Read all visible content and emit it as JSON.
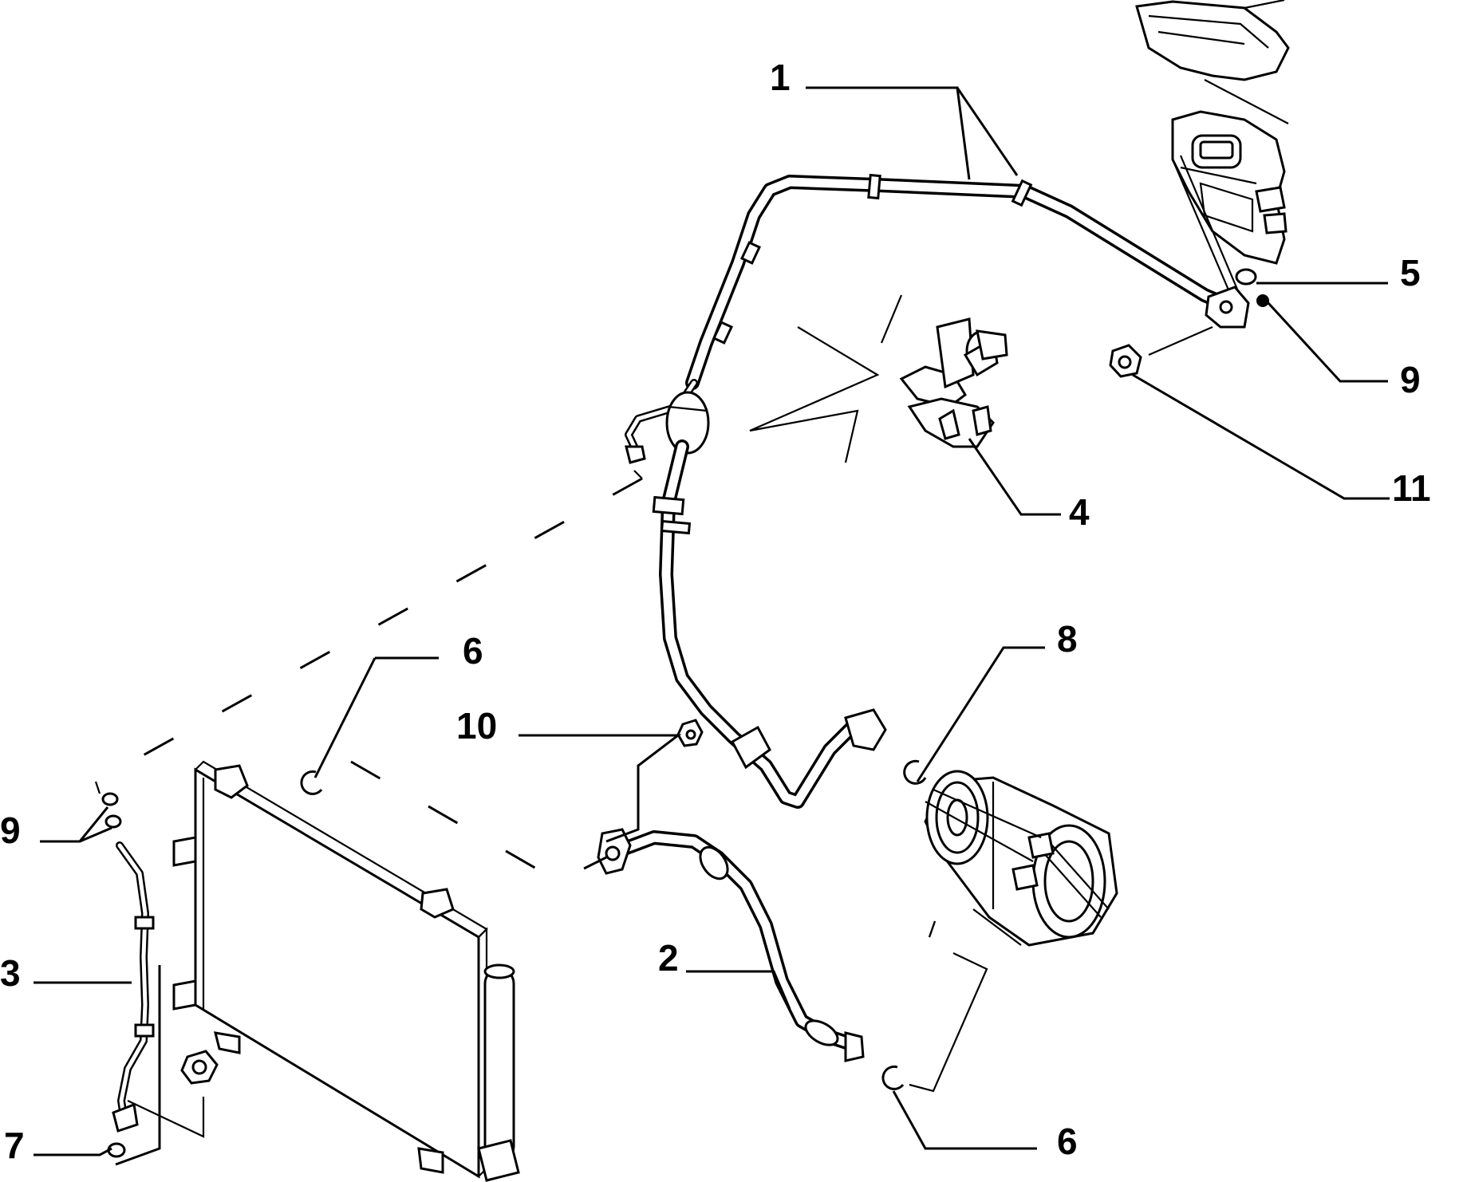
{
  "diagram": {
    "callouts": [
      {
        "id": "c1",
        "label": "1"
      },
      {
        "id": "c5",
        "label": "5"
      },
      {
        "id": "c9a",
        "label": "9"
      },
      {
        "id": "c11",
        "label": "11"
      },
      {
        "id": "c4",
        "label": "4"
      },
      {
        "id": "c8",
        "label": "8"
      },
      {
        "id": "c6a",
        "label": "6"
      },
      {
        "id": "c10",
        "label": "10"
      },
      {
        "id": "c9b",
        "label": "9"
      },
      {
        "id": "c3",
        "label": "3"
      },
      {
        "id": "c2",
        "label": "2"
      },
      {
        "id": "c7",
        "label": "7"
      },
      {
        "id": "c6b",
        "label": "6"
      }
    ]
  }
}
